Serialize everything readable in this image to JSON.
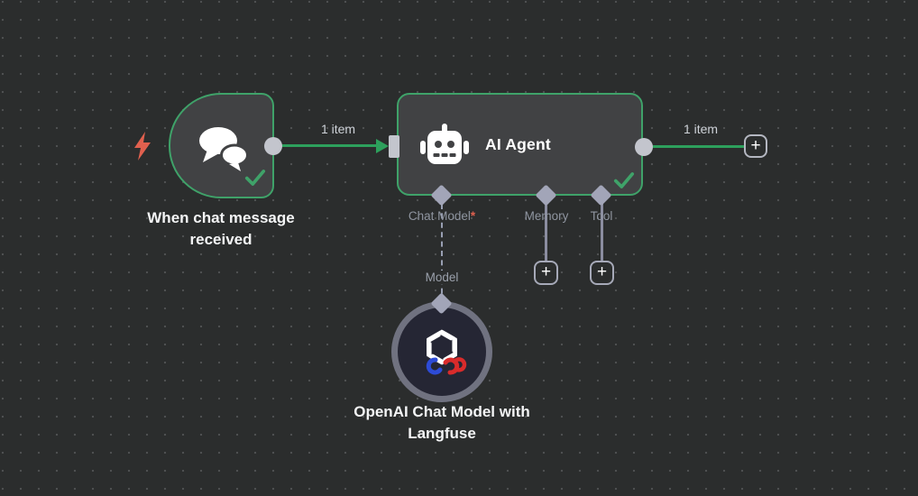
{
  "canvas": {
    "background": "#2b2d2d",
    "dot_color": "#4e5051"
  },
  "palette": {
    "node_background": "#414244",
    "node_border_success": "#3fa269",
    "connection_green": "#2da05c",
    "port_gray": "#c3c5cd",
    "connector_diamond": "#a2a5b8",
    "sub_label_gray": "#8f95a0",
    "trigger_bolt_red": "#e0604e",
    "required_asterisk_red": "#e0604e",
    "model_node_fill": "#252634",
    "model_node_ring": "#707280"
  },
  "trigger_node": {
    "label": "When chat message received",
    "icon": "chat-bubbles-icon",
    "status": "success"
  },
  "agent_node": {
    "title": "AI Agent",
    "icon": "robot-icon",
    "status": "success",
    "required_marker": "*",
    "sub_ports": [
      {
        "label": "Chat Model",
        "required": true
      },
      {
        "label": "Memory",
        "required": false
      },
      {
        "label": "Tool",
        "required": false
      }
    ]
  },
  "model_node": {
    "label": "OpenAI Chat Model with Langfuse",
    "icon": "openai-logo-icon",
    "badge_icon": "langfuse-icon"
  },
  "wires": {
    "trigger_to_agent_label": "1 item",
    "agent_output_label": "1 item",
    "model_wire_label": "Model"
  },
  "buttons": {
    "add_memory": "+",
    "add_tool": "+",
    "add_next_node": "+"
  }
}
